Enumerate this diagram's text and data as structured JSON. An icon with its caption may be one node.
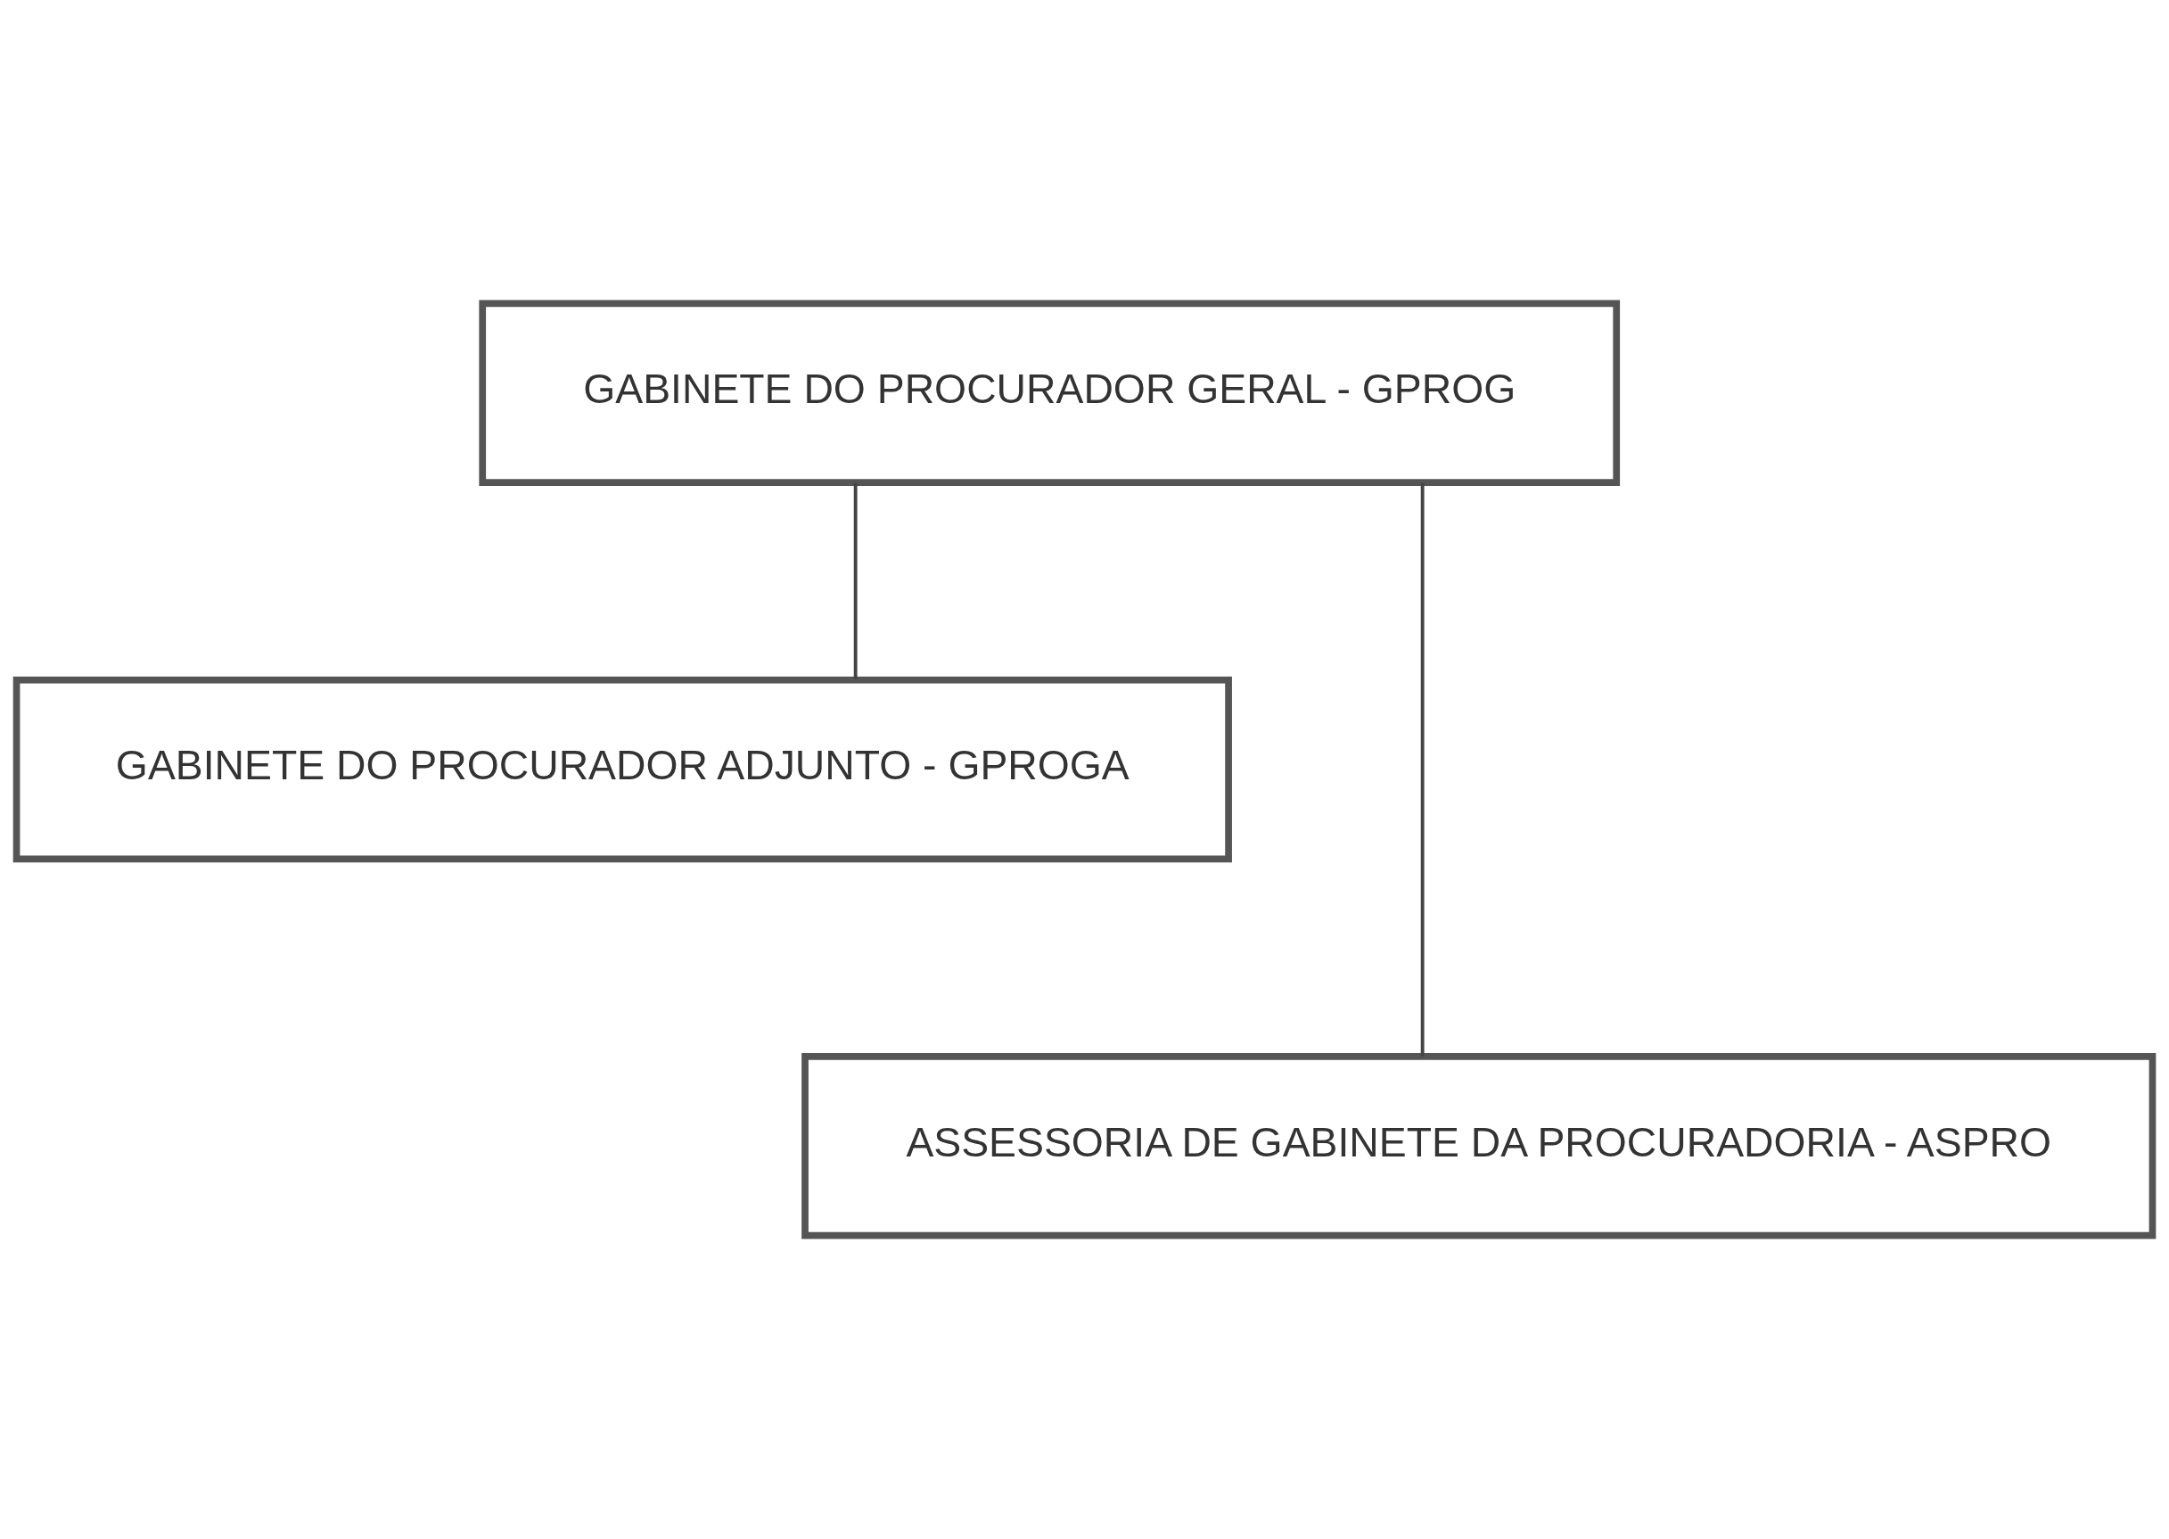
{
  "diagram": {
    "nodes": [
      {
        "text": [
          "GABINETE DO PROCURADOR GERAL - GPROG"
        ]
      },
      {
        "text": [
          "GABINETE DO PROCURADOR ADJUNTO - GPROGA"
        ]
      },
      {
        "text": [
          "ASSESSORIA DE GABINETE DA PROCURADORIA - ASPRO"
        ]
      }
    ],
    "edges": [
      {
        "from": 0,
        "to": 1,
        "arrow": "none"
      },
      {
        "from": 0,
        "to": 2,
        "arrow": "none"
      }
    ]
  }
}
